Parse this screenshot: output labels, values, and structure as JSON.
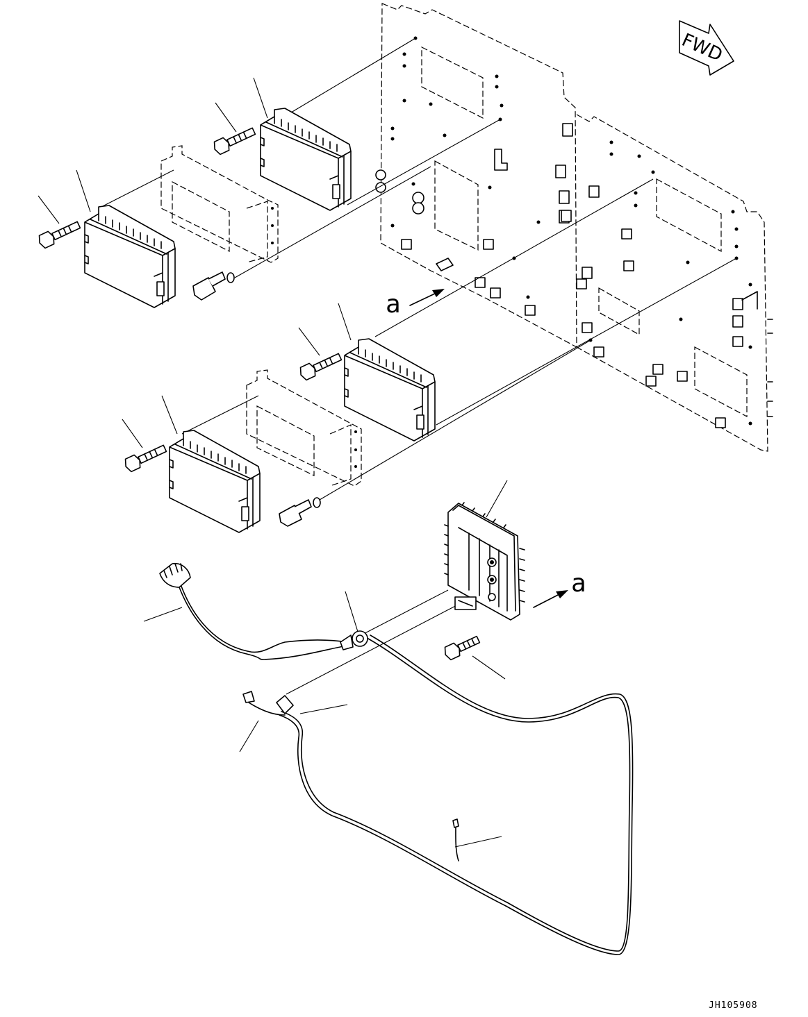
{
  "direction_badge": {
    "text": "FWD"
  },
  "view_marks": [
    {
      "text": "a"
    },
    {
      "text": "a"
    }
  ],
  "drawing_code": {
    "text": "JH105908"
  }
}
